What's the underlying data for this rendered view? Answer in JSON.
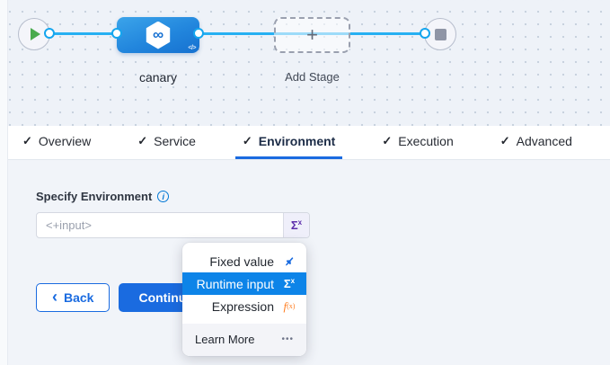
{
  "pipeline": {
    "stage_label": "canary",
    "add_stage_label": "Add Stage"
  },
  "tabs": [
    {
      "label": "Overview",
      "active": false
    },
    {
      "label": "Service",
      "active": false
    },
    {
      "label": "Environment",
      "active": true
    },
    {
      "label": "Execution",
      "active": false
    },
    {
      "label": "Advanced",
      "active": false
    }
  ],
  "form": {
    "field_label": "Specify Environment",
    "input_placeholder": "<+input>"
  },
  "buttons": {
    "back": "Back",
    "continue": "Continue"
  },
  "dropdown": {
    "items": [
      {
        "label": "Fixed value",
        "icon": "pin-icon"
      },
      {
        "label": "Runtime input",
        "icon": "runtime-sigma-icon",
        "selected": true
      },
      {
        "label": "Expression",
        "icon": "expression-fx-icon"
      }
    ],
    "footer_label": "Learn More"
  },
  "icons": {
    "check": "✓",
    "info": "i",
    "sigma": "Σ",
    "sigma_sup": "x",
    "fx_f": "f",
    "fx_sub": "(x)",
    "ellipsis": "•••",
    "back_chevron": "‹",
    "plus": "+",
    "infinity": "∞",
    "code": "</>"
  },
  "colors": {
    "accent_blue": "#1a6be0",
    "selected_row_blue": "#0d84e8",
    "flow_line_blue": "#27b0f2",
    "sigma_purple": "#5c2dab",
    "expression_orange": "#ff7d1f",
    "play_green": "#4aab4e",
    "canvas_bg": "#eef2f8",
    "content_bg": "#f1f4f9"
  }
}
